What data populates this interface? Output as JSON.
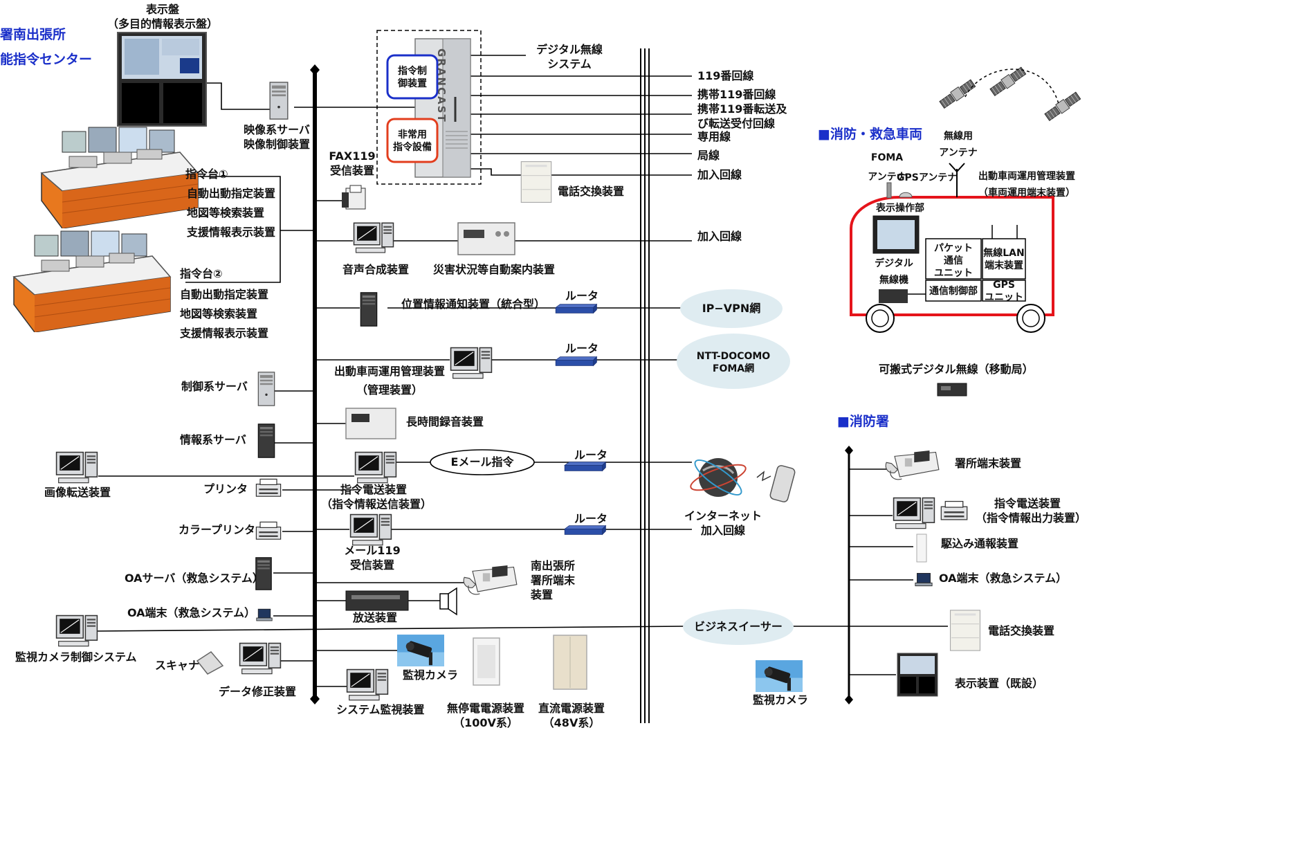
{
  "header": {
    "office_title": "署南出張所",
    "center_title": "能指令センター"
  },
  "display_board": {
    "line1": "表示盤",
    "line2": "（多目的情報表示盤）"
  },
  "video_server": {
    "line1": "映像系サーバ",
    "line2": "映像制御装置"
  },
  "console1": {
    "title": "指令台①",
    "items": [
      "自動出動指定装置",
      "地図等検索装置",
      "支援情報表示装置"
    ]
  },
  "console2": {
    "title": "指令台②",
    "items": [
      "自動出動指定装置",
      "地図等検索装置",
      "支援情報表示装置"
    ]
  },
  "grancast": {
    "brand": "GRANCAST",
    "control": {
      "line1": "指令制",
      "line2": "御装置"
    },
    "emergency": {
      "line1": "非常用",
      "line2": "指令設備"
    }
  },
  "fax119": {
    "line1": "FAX119",
    "line2": "受信装置"
  },
  "digital_radio_system": {
    "line1": "デジタル無線",
    "line2": "システム"
  },
  "lines": {
    "l119": "119番回線",
    "mobile119": "携帯119番回線",
    "transfer1": "携帯119番転送及",
    "transfer2": "び転送受付回線",
    "dedicated": "専用線",
    "local": "局線",
    "subscriber1": "加入回線",
    "subscriber2": "加入回線"
  },
  "pbx": "電話交換装置",
  "voice_synth": "音声合成装置",
  "disaster_guide": "災害状況等自動案内装置",
  "position_notify": "位置情報通知装置（統合型）",
  "router": "ルータ",
  "ipvpn": "IP−VPN網",
  "docomo": {
    "line1": "NTT-DOCOMO",
    "line2": "FOMA網"
  },
  "vehicle_mgmt": {
    "line1": "出動車両運用管理装置",
    "line2": "（管理装置）"
  },
  "control_server": "制御系サーバ",
  "info_server": "情報系サーバ",
  "long_recorder": "長時間録音装置",
  "email_dispatch": "Eメール指令",
  "image_transfer": "画像転送装置",
  "printer": "プリンタ",
  "dispatch_tx": {
    "line1": "指令電送装置",
    "line2": "（指令情報送信装置）"
  },
  "internet": {
    "line1": "インターネット",
    "line2": "加入回線"
  },
  "color_printer": "カラープリンタ",
  "mail119": {
    "line1": "メール119",
    "line2": "受信装置"
  },
  "oa_server": "OAサーバ（救急システム）",
  "south_terminal": {
    "line1": "南出張所",
    "line2": "署所端末",
    "line3": "装置"
  },
  "broadcast": "放送装置",
  "oa_terminal": "OA端末（救急システム）",
  "business_ether": "ビジネスイーサー",
  "camera_ctrl": "監視カメラ制御システム",
  "scanner": "スキャナ",
  "data_fix": "データ修正装置",
  "camera": "監視カメラ",
  "ups": {
    "line1": "無停電電源装置",
    "line2": "（100V系）"
  },
  "dc_power": {
    "line1": "直流電源装置",
    "line2": "（48V系）"
  },
  "sys_monitor": "システム監視装置",
  "vehicle": {
    "title": "■消防・救急車両",
    "foma": {
      "line1": "FOMA",
      "line2": "アンテナ"
    },
    "radio_ant": {
      "line1": "無線用",
      "line2": "アンテナ"
    },
    "gps_ant": "GPSアンテナ",
    "mgmt": {
      "line1": "出動車両運用管理装置",
      "line2": "（車両運用端末装置）"
    },
    "display_op": "表示操作部",
    "digital_radio": {
      "line1": "デジタル",
      "line2": "無線機"
    },
    "packet": {
      "line1": "パケット",
      "line2": "通信",
      "line3": "ユニット"
    },
    "wlan": {
      "line1": "無線LAN",
      "line2": "端末装置"
    },
    "comm_ctrl": "通信制御部",
    "gps_unit": {
      "line1": "GPS",
      "line2": "ユニット"
    }
  },
  "portable_radio": "可搬式デジタル無線（移動局）",
  "station": {
    "title": "■消防署",
    "terminal": "署所端末装置",
    "dispatch_rx": {
      "line1": "指令電送装置",
      "line2": "（指令情報出力装置）"
    },
    "rush_in": "駆込み通報装置",
    "oa_terminal": "OA端末（救急システム）",
    "pbx": "電話交換装置",
    "display": "表示装置（既設）",
    "camera": "監視カメラ"
  },
  "colors": {
    "title_blue": "#1a2fc9",
    "red": "#e5141b",
    "orange": "#e8741c",
    "cloud": "#dfecf1",
    "router": "#2b4ea8"
  }
}
